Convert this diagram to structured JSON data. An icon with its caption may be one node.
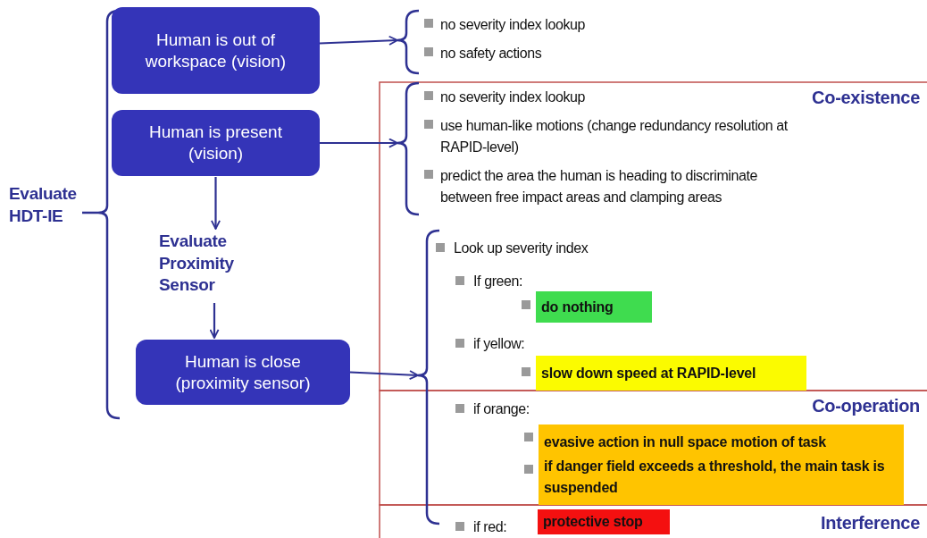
{
  "diagram": {
    "nodes": [
      {
        "text": [
          "Human is out of workspace (vision)"
        ]
      },
      {
        "text": [
          "Human is present (vision)"
        ]
      },
      {
        "text": [
          "Evaluate Proximity Sensor"
        ]
      },
      {
        "text": [
          "Human is close (proximity sensor)"
        ]
      },
      {
        "text": [
          "no severity index lookup",
          "no safety actions"
        ]
      },
      {
        "text": [
          "no severity index lookup",
          "use human-like motions (change redundancy resolution at RAPID-level)",
          "predict the area the human is heading to discriminate between free impact areas and clamping areas"
        ]
      },
      {
        "text": [
          "Look up severity index",
          "If green:",
          "if yellow:",
          "if orange:",
          "if red:"
        ]
      },
      {
        "text": [
          "do nothing"
        ]
      },
      {
        "text": [
          "slow down speed at RAPID-level"
        ]
      },
      {
        "text": [
          "evasive action in null space motion of task",
          "if danger field exceeds a threshold, the main task is suspended"
        ]
      },
      {
        "text": [
          "protective stop"
        ]
      }
    ],
    "edges": [
      {
        "from": 0,
        "to": 4,
        "arrow": "to"
      },
      {
        "from": 1,
        "to": 5,
        "arrow": "to"
      },
      {
        "from": 1,
        "to": 2,
        "arrow": "to"
      },
      {
        "from": 2,
        "to": 3,
        "arrow": "to"
      },
      {
        "from": 3,
        "to": 6,
        "arrow": "to"
      }
    ],
    "labels": [
      "Evaluate HDT-IE",
      "Co-existence",
      "Co-operation",
      "Interference"
    ]
  }
}
